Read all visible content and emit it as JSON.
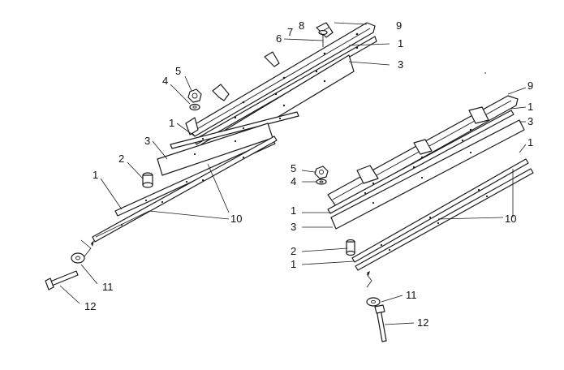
{
  "diagram": {
    "left_assembly": {
      "callouts": {
        "c9": "9",
        "c8": "8",
        "c7": "7",
        "c6": "6",
        "c1a": "1",
        "c3a": "3",
        "c5": "5",
        "c4": "4",
        "c1b": "1",
        "c3b": "3",
        "c2": "2",
        "c1c": "1",
        "c10": "10",
        "c11": "11",
        "c12": "12"
      }
    },
    "right_assembly": {
      "callouts": {
        "c9": "9",
        "c1a": "1",
        "c3a": "3",
        "c1b": "1",
        "c5": "5",
        "c4": "4",
        "c1c": "1",
        "c3b": "3",
        "c2": "2",
        "c1d": "1",
        "c10": "10",
        "c11": "11",
        "c12": "12"
      }
    }
  }
}
